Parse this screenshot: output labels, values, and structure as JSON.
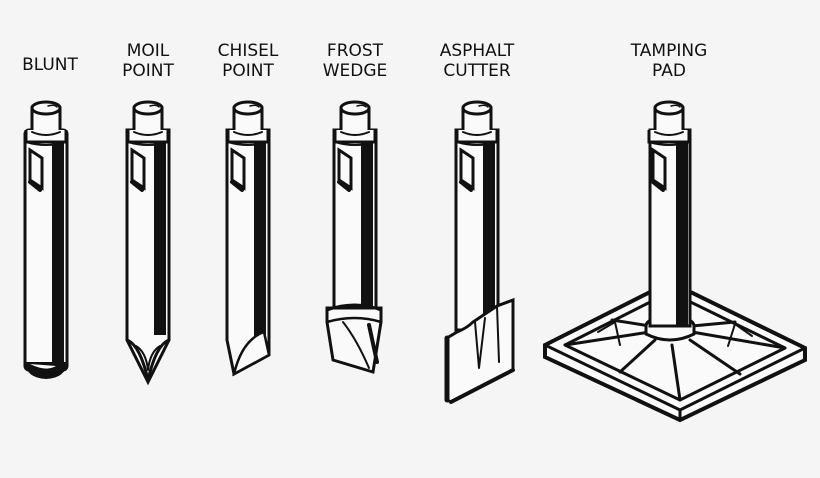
{
  "figure": {
    "background_color": "#f5f5f5",
    "ink_color": "#111111",
    "tools": [
      {
        "id": "blunt",
        "label_lines": [
          "BLUNT"
        ],
        "icon": "blunt-bit-icon"
      },
      {
        "id": "moil-point",
        "label_lines": [
          "MOIL",
          "POINT"
        ],
        "icon": "moil-point-bit-icon"
      },
      {
        "id": "chisel-point",
        "label_lines": [
          "CHISEL",
          "POINT"
        ],
        "icon": "chisel-point-bit-icon"
      },
      {
        "id": "frost-wedge",
        "label_lines": [
          "FROST",
          "WEDGE"
        ],
        "icon": "frost-wedge-bit-icon"
      },
      {
        "id": "asphalt-cutter",
        "label_lines": [
          "ASPHALT",
          "CUTTER"
        ],
        "icon": "asphalt-cutter-bit-icon"
      },
      {
        "id": "tamping-pad",
        "label_lines": [
          "TAMPING",
          "PAD"
        ],
        "icon": "tamping-pad-bit-icon"
      }
    ]
  }
}
